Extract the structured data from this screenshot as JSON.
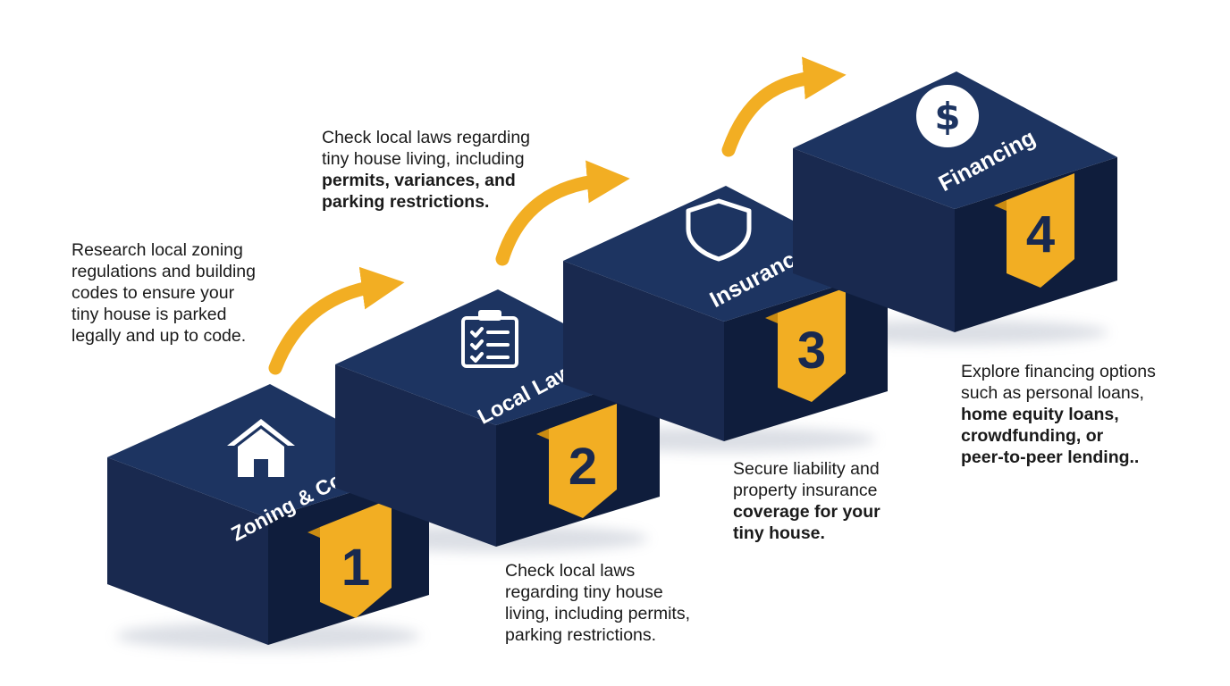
{
  "colors": {
    "top": "#1d3461",
    "left": "#19294f",
    "right": "#0f1d3c",
    "accent": "#f2ae23",
    "accent_dark": "#c98b12",
    "text_on_dark": "#ffffff",
    "body_text": "#1a1a1a"
  },
  "steps": [
    {
      "number": "1",
      "label": "Zoning & Codes",
      "icon": "house-icon"
    },
    {
      "number": "2",
      "label": "Local Laws",
      "icon": "clipboard-checklist-icon"
    },
    {
      "number": "3",
      "label": "Insurance",
      "icon": "shield-icon"
    },
    {
      "number": "4",
      "label": "Financing",
      "icon": "dollar-coin-icon"
    }
  ],
  "descriptions": [
    {
      "lines": [
        {
          "text": "Research local zoning",
          "bold": false
        },
        {
          "text": "regulations and building",
          "bold": false
        },
        {
          "text": "codes to ensure your",
          "bold": false
        },
        {
          "text": "tiny house is parked",
          "bold": false
        },
        {
          "text": "legally and up to code.",
          "bold": false
        }
      ]
    },
    {
      "lines": [
        {
          "text": "Check local laws regarding",
          "bold": false
        },
        {
          "text": "tiny house living, including",
          "bold": false
        },
        {
          "text": "permits, variances, and",
          "bold": true
        },
        {
          "text": "parking restrictions.",
          "bold": true
        }
      ]
    },
    {
      "lines": [
        {
          "text": "Secure liability and",
          "bold": false
        },
        {
          "text": "property insurance",
          "bold": false
        },
        {
          "text": "coverage for your",
          "bold": true
        },
        {
          "text": "tiny house.",
          "bold": true
        }
      ]
    },
    {
      "lines": [
        {
          "text": "Explore financing options",
          "bold": false
        },
        {
          "text": "such as personal loans,",
          "bold": false
        },
        {
          "text": "home equity loans,",
          "bold": true
        },
        {
          "text": "crowdfunding, or",
          "bold": true
        },
        {
          "text": "peer-to-peer lending..",
          "bold": true
        }
      ]
    },
    {
      "lines": [
        {
          "text": "Check local laws",
          "bold": false
        },
        {
          "text": "regarding tiny house",
          "bold": false
        },
        {
          "text": "living, including permits,",
          "bold": false
        },
        {
          "text": "parking restrictions.",
          "bold": false
        }
      ]
    }
  ]
}
